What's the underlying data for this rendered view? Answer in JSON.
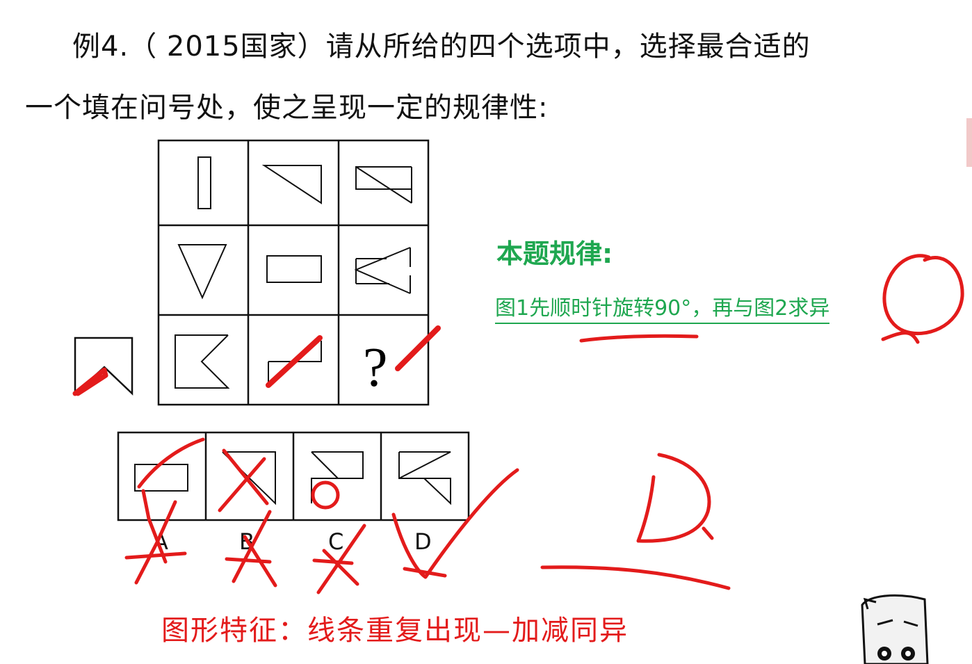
{
  "question": {
    "line1": "例4.（ 2015国家）请从所给的四个选项中，选择最合适的",
    "line2": "一个填在问号处，使之呈现一定的规律性:"
  },
  "grid": {
    "question_mark": "?"
  },
  "options": [
    {
      "label": "A"
    },
    {
      "label": "B"
    },
    {
      "label": "C"
    },
    {
      "label": "D"
    }
  ],
  "rule": {
    "title": "本题规律:",
    "text": "图1先顺时针旋转90°，再与图2求异"
  },
  "feature_text": "图形特征：线条重复出现—加减同异",
  "annotations": {
    "handwritten_answer": "D",
    "ink_color": "#e31b1b"
  },
  "colors": {
    "rule_green": "#1fa750",
    "annotation_red": "#e31b1b"
  }
}
